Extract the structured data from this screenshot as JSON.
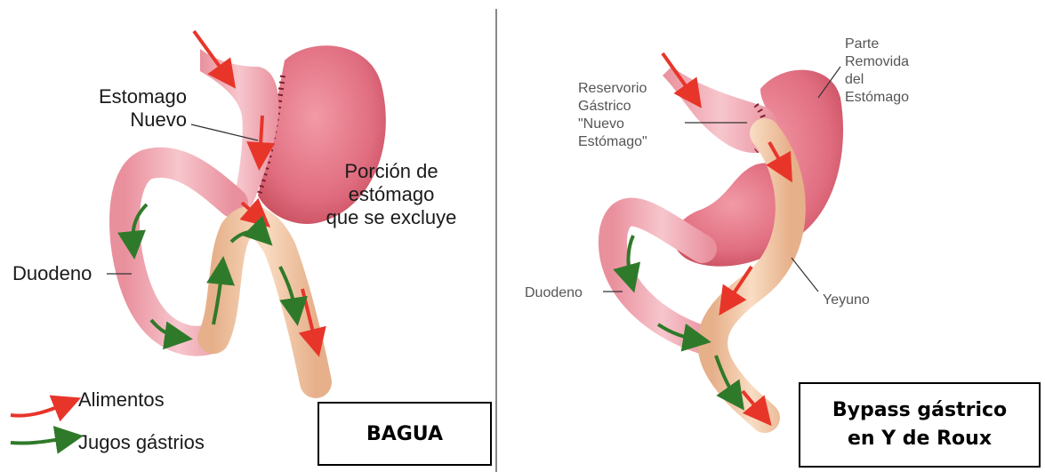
{
  "left_panel": {
    "labels": {
      "nuevo_estomago": "Estomago\nNuevo",
      "porcion_excluida": "Porción de\nestómago\nque se excluye",
      "duodeno": "Duodeno"
    },
    "legend": {
      "alimentos": "Alimentos",
      "jugos": "Jugos gástrios"
    },
    "caption": "BAGUA"
  },
  "right_panel": {
    "labels": {
      "parte_removida": "Parte\nRemovida\ndel\nEstómago",
      "reservorio": "Reservorio\nGástrico\n\"Nuevo\nEstómago\"",
      "duodeno": "Duodeno",
      "yeyuno": "Yeyuno"
    },
    "caption": "Bypass gástrico\nen Y de Roux"
  },
  "colors": {
    "stomach_pink": "#e8798a",
    "stomach_dark": "#d65a6e",
    "intestine_pink": "#f2b3bc",
    "jejunum_beige": "#f3c9a6",
    "food_arrow": "#e8352a",
    "juice_arrow": "#2f7a2a"
  }
}
